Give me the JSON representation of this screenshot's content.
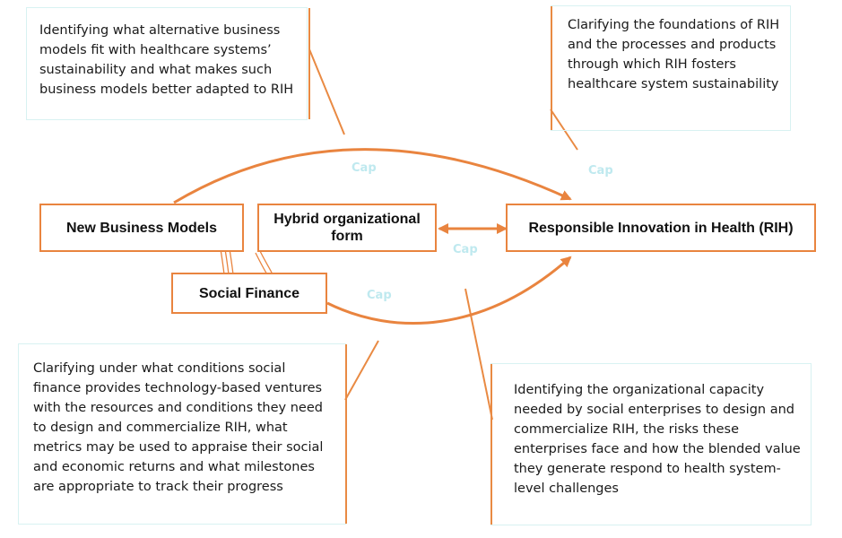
{
  "colors": {
    "accent": "#e9843f",
    "callout_border": "#d8f2f2",
    "cap_label": "#bfe9ef"
  },
  "nodes": {
    "new_business_models": "New Business Models",
    "hybrid_form": "Hybrid organizational form",
    "social_finance": "Social Finance",
    "rih": "Responsible Innovation in Health (RIH)"
  },
  "callouts": {
    "top_left": "Identifying what alternative business models fit with healthcare systems’ sustainability and what makes such business models better adapted to RIH",
    "top_right": "Clarifying the foundations of RIH and the processes and products through which RIH fosters healthcare system sustainability",
    "bottom_left": "Clarifying under what conditions social finance provides technology-based ventures with the resources and conditions they need to design and commercialize RIH, what metrics may be used to appraise their social and economic returns and what milestones are appropriate to track their progress",
    "bottom_right": "Identifying the organizational capacity needed by social enterprises to design and commercialize RIH, the risks these enterprises face and how the blended value they generate respond to health system-level challenges"
  },
  "cap_labels": [
    "Cap",
    "Cap",
    "Cap",
    "Cap"
  ]
}
